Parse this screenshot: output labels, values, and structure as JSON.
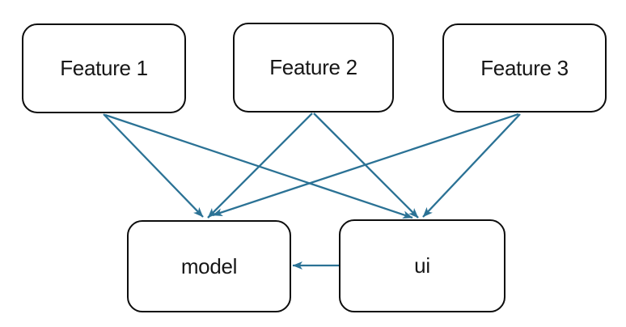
{
  "diagram": {
    "nodes": [
      {
        "id": "feature1",
        "label": "Feature 1"
      },
      {
        "id": "feature2",
        "label": "Feature 2"
      },
      {
        "id": "feature3",
        "label": "Feature 3"
      },
      {
        "id": "model",
        "label": "model"
      },
      {
        "id": "ui",
        "label": "ui"
      }
    ],
    "edges": [
      {
        "from": "feature1",
        "to": "model"
      },
      {
        "from": "feature1",
        "to": "ui"
      },
      {
        "from": "feature2",
        "to": "model"
      },
      {
        "from": "feature2",
        "to": "ui"
      },
      {
        "from": "feature3",
        "to": "model"
      },
      {
        "from": "feature3",
        "to": "ui"
      },
      {
        "from": "ui",
        "to": "model"
      }
    ],
    "colors": {
      "arrow": "#2B7295",
      "box_border": "#0d0d0d",
      "box_fill": "#ffffff",
      "text": "#161616"
    }
  }
}
